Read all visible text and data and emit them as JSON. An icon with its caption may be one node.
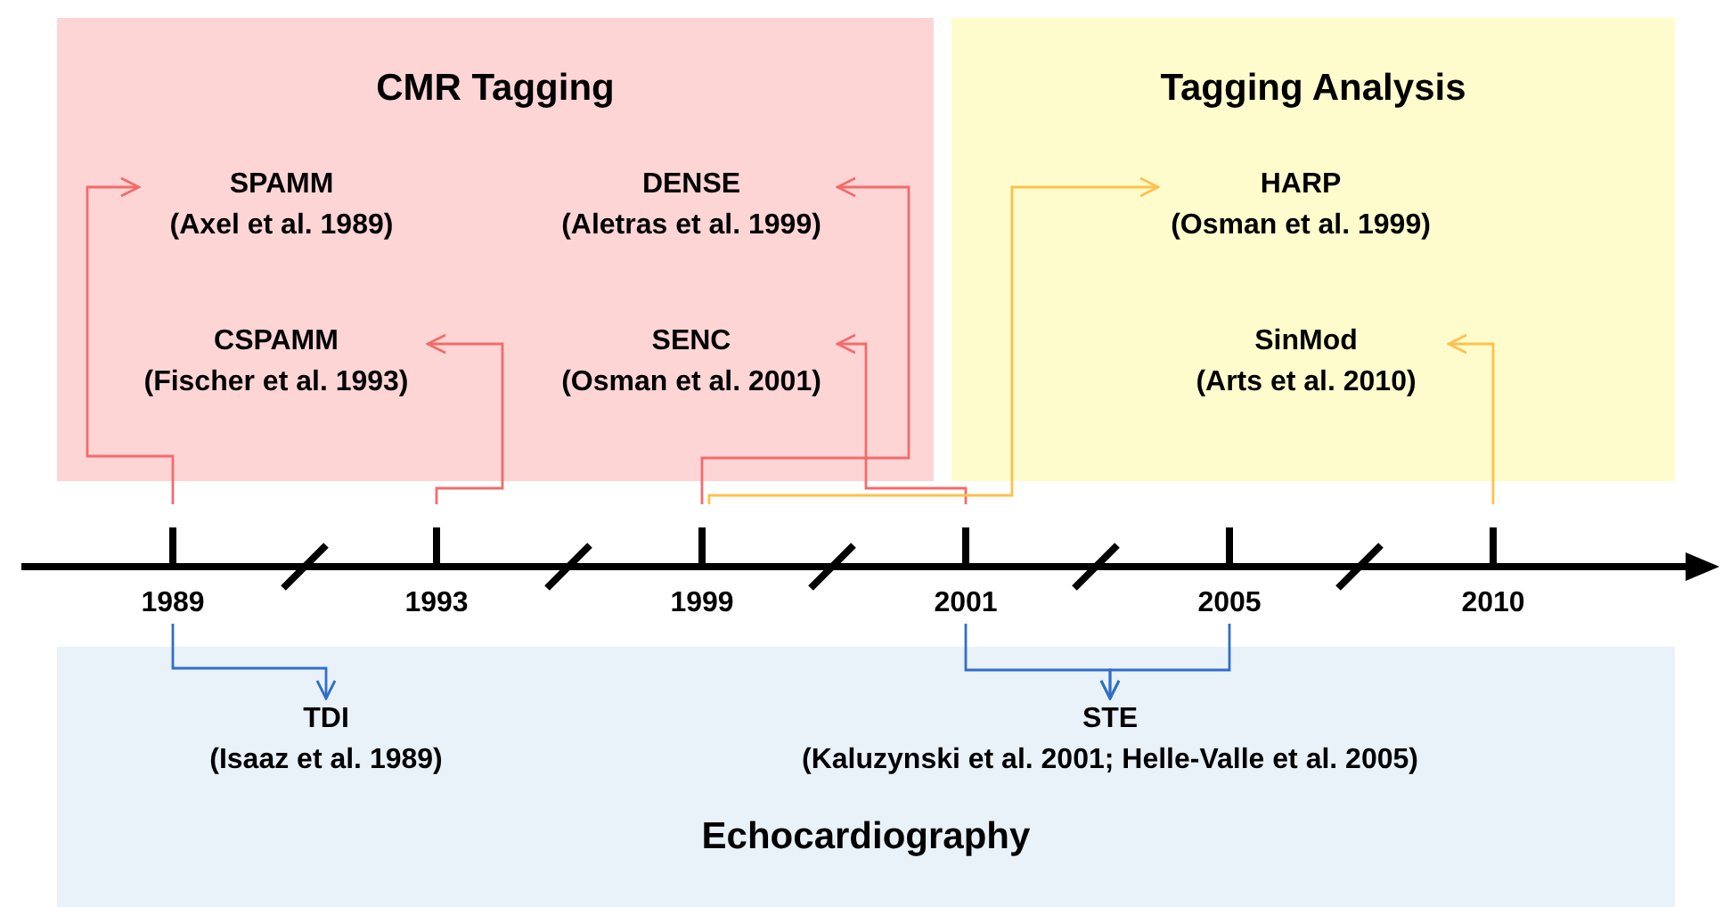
{
  "diagram": {
    "nodes": [
      {
        "text": [
          "CMR Tagging"
        ]
      },
      {
        "text": [
          "SPAMM",
          "(Axel et al. 1989)"
        ],
        "in": 0
      },
      {
        "text": [
          "DENSE",
          "(Aletras et al. 1999)"
        ],
        "in": 0
      },
      {
        "text": [
          "CSPAMM",
          "(Fischer et al. 1993)"
        ],
        "in": 0
      },
      {
        "text": [
          "SENC",
          "(Osman et al. 2001)"
        ],
        "in": 0
      },
      {
        "text": [
          "Tagging Analysis"
        ]
      },
      {
        "text": [
          "HARP",
          "(Osman et al. 1999)"
        ],
        "in": 5
      },
      {
        "text": [
          "SinMod",
          "(Arts et al. 2010)"
        ],
        "in": 5
      },
      {
        "text": [
          "Echocardiography"
        ]
      },
      {
        "text": [
          "TDI",
          "(Isaaz et al. 1989)"
        ],
        "in": 8
      },
      {
        "text": [
          "STE",
          "(Kaluzynski et al. 2001; Helle-Valle et al. 2005)"
        ],
        "in": 8
      },
      {
        "text": [
          "1989"
        ]
      },
      {
        "text": [
          "1993"
        ]
      },
      {
        "text": [
          "1999"
        ]
      },
      {
        "text": [
          "2001"
        ]
      },
      {
        "text": [
          "2005"
        ]
      },
      {
        "text": [
          "2010"
        ]
      }
    ],
    "edges": [
      {
        "from": 11,
        "to": 1,
        "arrow": "to"
      },
      {
        "from": 12,
        "to": 3,
        "arrow": "to"
      },
      {
        "from": 13,
        "to": 2,
        "arrow": "to"
      },
      {
        "from": 14,
        "to": 4,
        "arrow": "to"
      },
      {
        "from": 13,
        "to": 6,
        "arrow": "to",
        "color": "#ffc04d"
      },
      {
        "from": 16,
        "to": 7,
        "arrow": "to",
        "color": "#ffc04d"
      },
      {
        "from": 11,
        "to": 9,
        "arrow": "to",
        "color": "#2f6fc8"
      },
      {
        "from": 14,
        "to": 10,
        "arrow": "to",
        "color": "#2f6fc8"
      },
      {
        "from": 15,
        "to": 10,
        "arrow": "to",
        "color": "#2f6fc8"
      }
    ]
  }
}
